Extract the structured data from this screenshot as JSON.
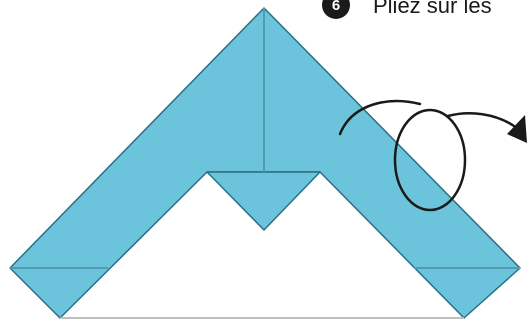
{
  "instruction": {
    "step_number": "6",
    "text": "Pliez sur les"
  },
  "colors": {
    "paper": "#6cc4dc",
    "paper_stroke": "#2a6f83",
    "crease": "#4f9cb3",
    "white_face": "#ffffff",
    "outline": "#1a1a1a"
  },
  "icons": {
    "step_badge": "step-number-badge",
    "fold_arrow": "fold-over-arrow"
  }
}
